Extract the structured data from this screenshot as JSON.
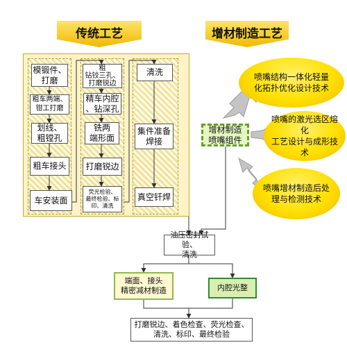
{
  "headers": {
    "traditional": "传统工艺",
    "additive": "增材制造工艺"
  },
  "col1": [
    "模锻件、\n打磨",
    "粗车两端、\n钳工打磨",
    "划线、\n粗镗孔",
    "粗车接头",
    "车安装面"
  ],
  "col2": [
    "粗\n钻铰三孔、\n打磨锐边",
    "精车内腔\n、钻深孔",
    "铣两\n端形面",
    "打磨锐边",
    "荧光检验、\n最终检验、标\n印、清洗"
  ],
  "col3": [
    "清洗",
    "集件准备\n焊接",
    "真空钎焊"
  ],
  "additive_box": "增材制造\n喷嘴组件",
  "ovals": [
    "喷嘴结构一体化轻量\n化拓扑优化设计技术",
    "喷嘴的激光选区熔化\n工艺设计与成形技术",
    "喷嘴增材制造后处\n理与检测技术"
  ],
  "bottom": {
    "seal_test": "油压密封试验、\n清洗",
    "left_machining": "端面、接头\n精密减材制造",
    "right_polish": "内腔光整",
    "final": "打磨锐边、着色检查、荧光检查、\n清洗、标印、最终检验"
  },
  "colors": {
    "header_fill": "#f1b900",
    "oval_fill": "#ffe000",
    "green_border": "#6a9d2b",
    "arrow_gray": "#bfbfbf"
  }
}
